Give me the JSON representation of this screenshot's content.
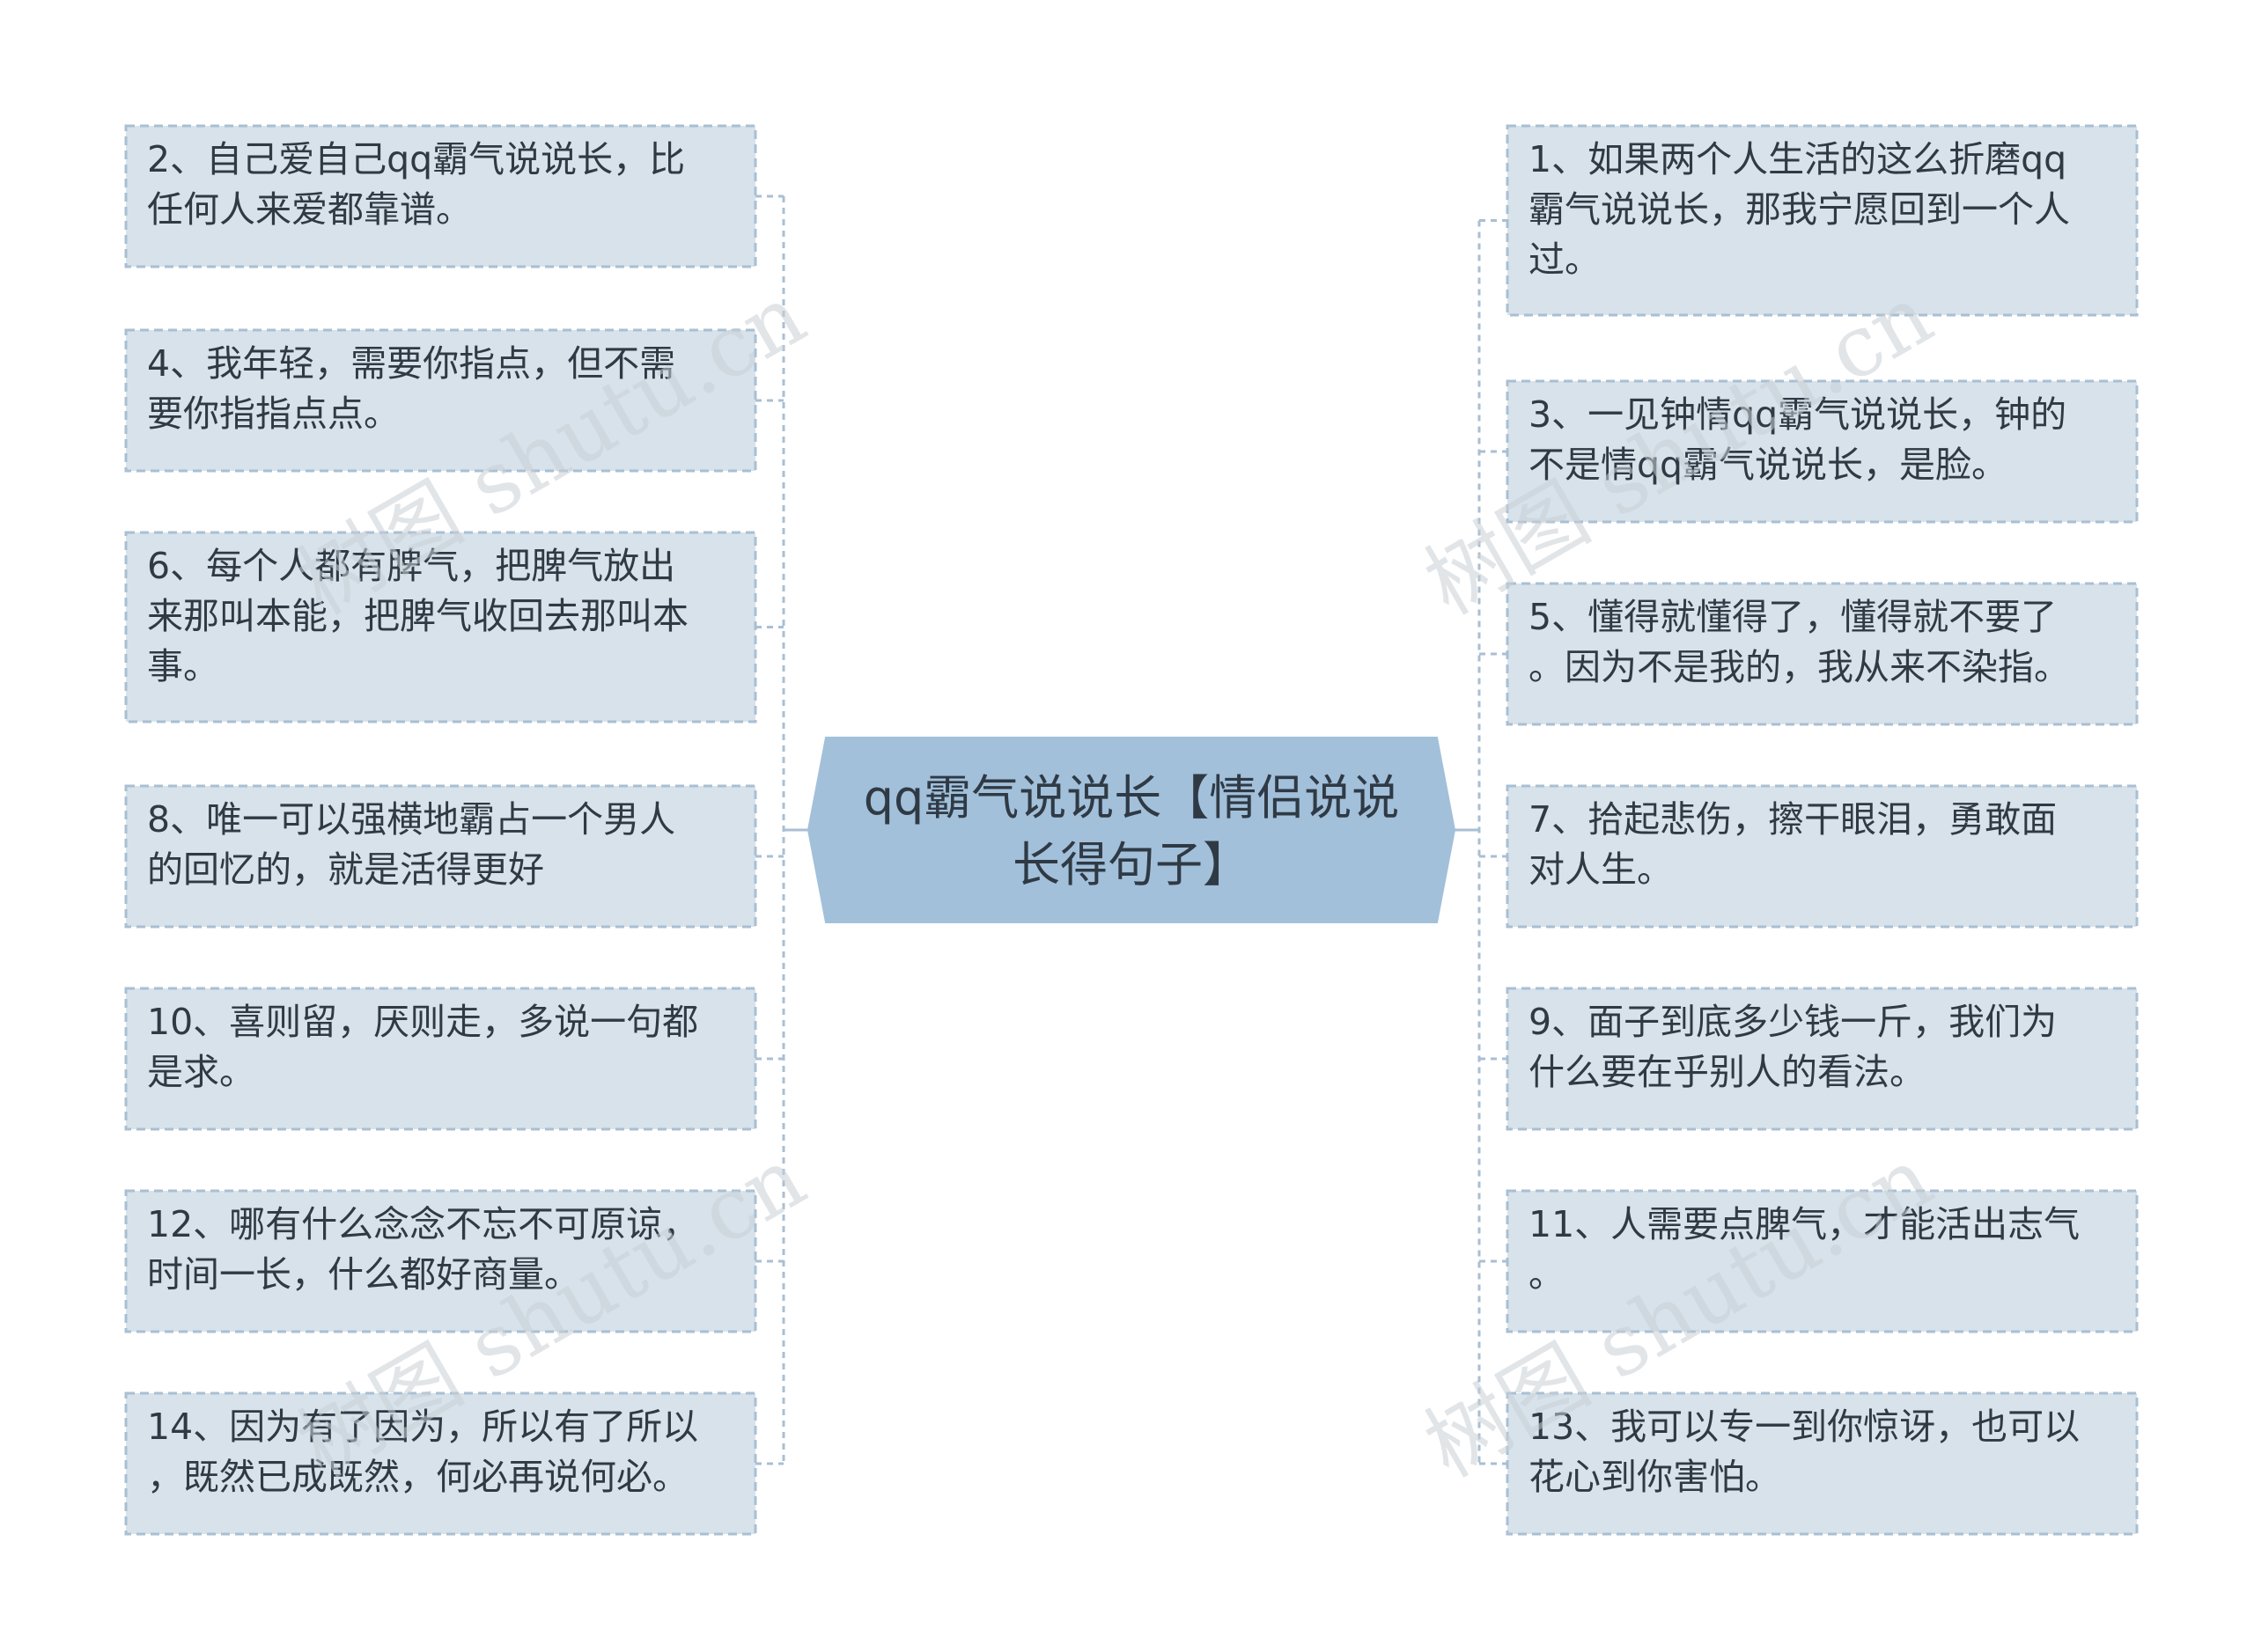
{
  "center": {
    "lines": [
      "qq霸气说说长【情侣说说",
      "长得句子】"
    ]
  },
  "left_branches": [
    {
      "lines": [
        "2、自己爱自己qq霸气说说长，比",
        "任何人来爱都靠谱。"
      ]
    },
    {
      "lines": [
        "4、我年轻，需要你指点，但不需",
        "要你指指点点。"
      ]
    },
    {
      "lines": [
        "6、每个人都有脾气，把脾气放出",
        "来那叫本能，把脾气收回去那叫本",
        "事。"
      ]
    },
    {
      "lines": [
        "8、唯一可以强横地霸占一个男人",
        "的回忆的，就是活得更好"
      ]
    },
    {
      "lines": [
        "10、喜则留，厌则走，多说一句都",
        "是求。"
      ]
    },
    {
      "lines": [
        "12、哪有什么念念不忘不可原谅，",
        "时间一长，什么都好商量。"
      ]
    },
    {
      "lines": [
        "14、因为有了因为，所以有了所以",
        "，既然已成既然，何必再说何必。"
      ]
    }
  ],
  "right_branches": [
    {
      "lines": [
        "1、如果两个人生活的这么折磨qq",
        "霸气说说长，那我宁愿回到一个人",
        "过。"
      ]
    },
    {
      "lines": [
        "3、一见钟情qq霸气说说长，钟的",
        "不是情qq霸气说说长，是脸。"
      ]
    },
    {
      "lines": [
        "5、懂得就懂得了，懂得就不要了",
        "。因为不是我的，我从来不染指。"
      ]
    },
    {
      "lines": [
        "7、拾起悲伤，擦干眼泪，勇敢面",
        "对人生。"
      ]
    },
    {
      "lines": [
        "9、面子到底多少钱一斤，我们为",
        "什么要在乎别人的看法。"
      ]
    },
    {
      "lines": [
        "11、人需要点脾气，才能活出志气",
        "。"
      ]
    },
    {
      "lines": [
        "13、我可以专一到你惊讶，也可以",
        "花心到你害怕。"
      ]
    }
  ],
  "watermark": "树图 shutu.cn",
  "colors": {
    "node_fill": "#d8e2ea",
    "node_border": "#a9bfd3",
    "center_fill": "#a2c0da",
    "connector": "#a9bfd3",
    "text": "#2f3a45"
  }
}
